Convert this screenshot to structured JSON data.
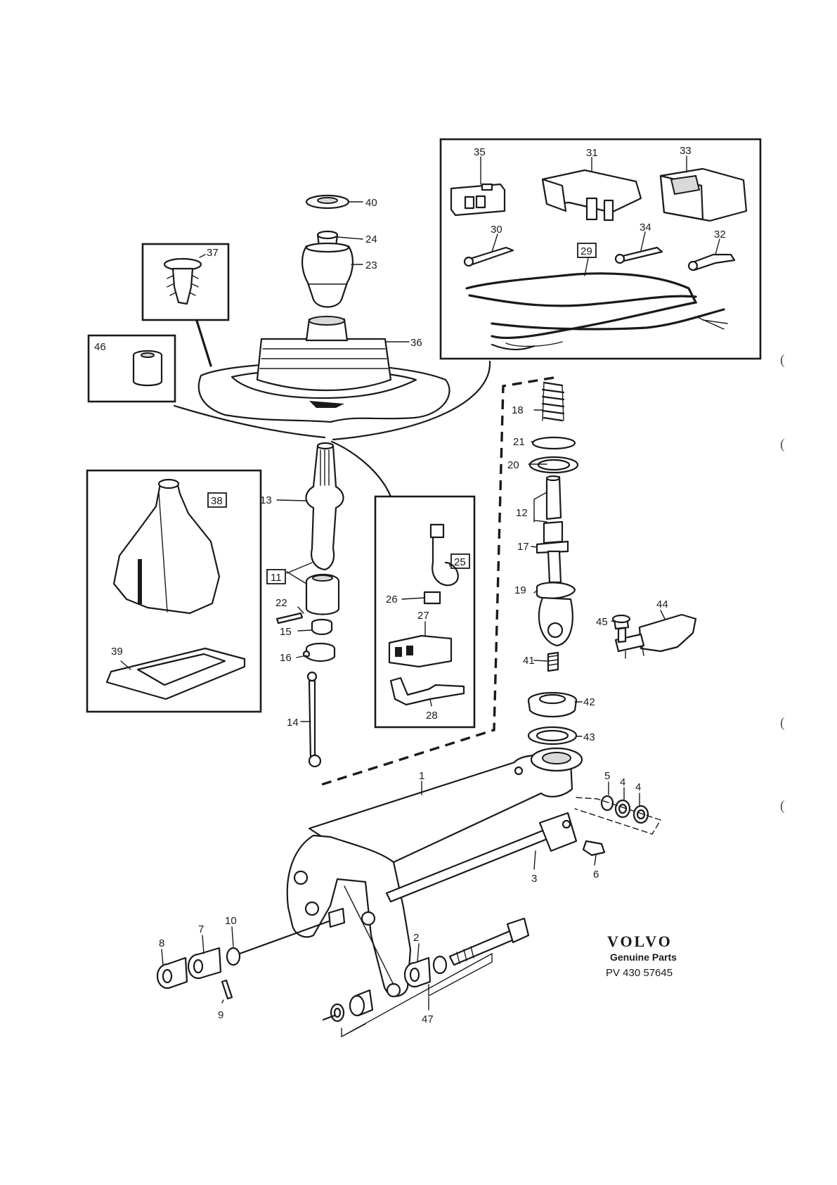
{
  "document": {
    "brand": "VOLVO",
    "subtitle": "Genuine Parts",
    "code": "PV 430 57645"
  },
  "callouts": {
    "c1": "1",
    "c2": "2",
    "c3": "3",
    "c4a": "4",
    "c4b": "4",
    "c5": "5",
    "c6": "6",
    "c7": "7",
    "c8": "8",
    "c9": "9",
    "c10": "10",
    "c11": "11",
    "c12": "12",
    "c13": "13",
    "c14": "14",
    "c15": "15",
    "c16": "16",
    "c17": "17",
    "c18": "18",
    "c19": "19",
    "c20": "20",
    "c21": "21",
    "c22": "22",
    "c23": "23",
    "c24": "24",
    "c25": "25",
    "c26": "26",
    "c27": "27",
    "c28": "28",
    "c29": "29",
    "c30": "30",
    "c31": "31",
    "c32": "32",
    "c33": "33",
    "c34": "34",
    "c35": "35",
    "c36": "36",
    "c37": "37",
    "c38": "38",
    "c39": "39",
    "c40": "40",
    "c41": "41",
    "c42": "42",
    "c43": "43",
    "c44": "44",
    "c45": "45",
    "c46": "46",
    "c47": "47"
  },
  "margin_marks": {
    "m1": "(",
    "m2": "(",
    "m3": "(",
    "m4": "("
  }
}
